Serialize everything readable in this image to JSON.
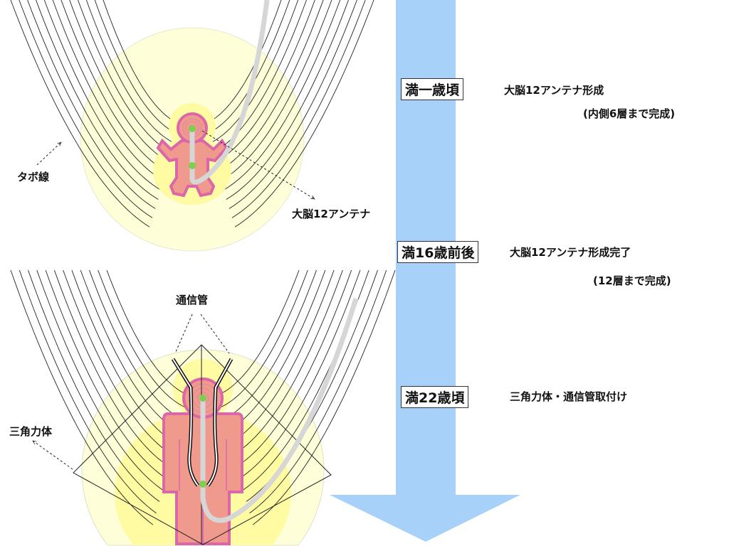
{
  "colors": {
    "arrow": "#a7d1f8",
    "aura_outer": "#fefed8",
    "aura_inner": "#fefba2",
    "body": "#ef9a8c",
    "body_outline": "#db66a8",
    "tube": "#d6d6d6",
    "node": "#7ccf50"
  },
  "stages": [
    {
      "age": "満一歳頃",
      "desc": "大脳12アンテナ形成",
      "note": "(内側6層まで完成)"
    },
    {
      "age": "満16歳前後",
      "desc": "大脳12アンテナ形成完了",
      "note": "(12層まで完成)"
    },
    {
      "age": "満22歳頃",
      "desc": "三角力体・通信管取付け"
    }
  ],
  "labels": {
    "tabo": "タボ線",
    "antenna": "大脳12アンテナ",
    "tsushinkan": "通信管",
    "sankaku": "三角力体"
  }
}
